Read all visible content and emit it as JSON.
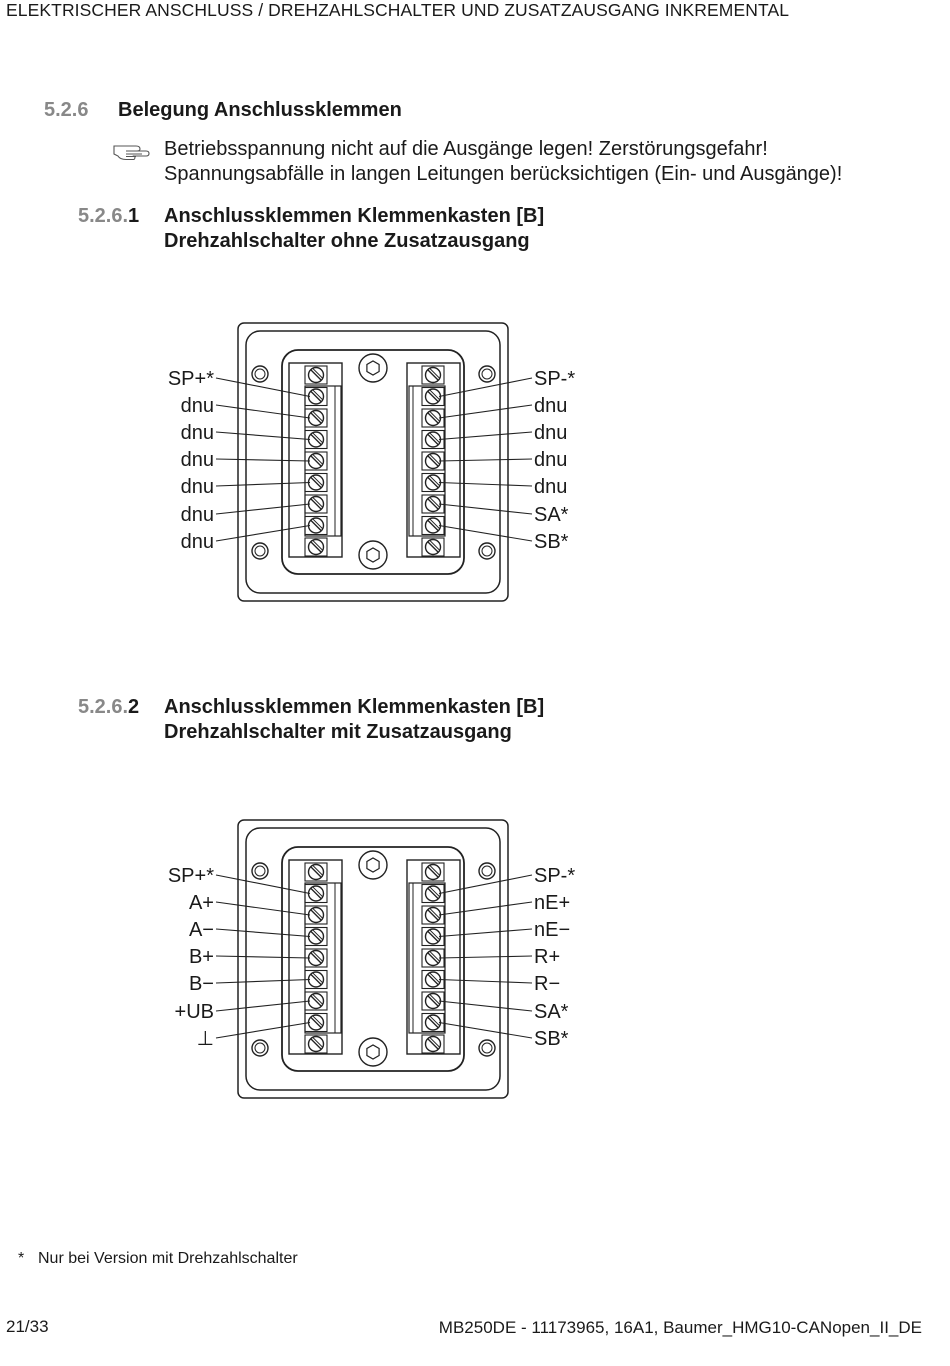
{
  "header": "ELEKTRISCHER ANSCHLUSS / DREHZAHLSCHALTER UND ZUSATZAUSGANG INKREMENTAL",
  "section": {
    "number": "5.2.6",
    "title": "Belegung Anschlussklemmen"
  },
  "note": {
    "icon": "pointing-hand-icon",
    "line1": "Betriebsspannung nicht auf die Ausgänge legen! Zerstörungsgefahr!",
    "line2": "Spannungsabfälle in langen Leitungen berücksichtigen (Ein- und Ausgänge)!"
  },
  "sub1": {
    "number_prefix": "5.2.6.",
    "number_last": "1",
    "title1": "Anschlussklemmen Klemmenkasten [B]",
    "title2": "Drehzahlschalter ohne Zusatzausgang",
    "left_labels": [
      "SP+*",
      "dnu",
      "dnu",
      "dnu",
      "dnu",
      "dnu",
      "dnu"
    ],
    "right_labels": [
      "SP-*",
      "dnu",
      "dnu",
      "dnu",
      "dnu",
      "SA*",
      "SB*"
    ]
  },
  "sub2": {
    "number_prefix": "5.2.6.",
    "number_last": "2",
    "title1": "Anschlussklemmen Klemmenkasten [B]",
    "title2": "Drehzahlschalter mit Zusatzausgang",
    "left_labels": [
      "SP+*",
      "A+",
      "A−",
      "B+",
      "B−",
      "+UB",
      "⊥"
    ],
    "right_labels": [
      "SP-*",
      "nE+",
      "nE−",
      "R+",
      "R−",
      "SA*",
      "SB*"
    ]
  },
  "footnote": {
    "marker": "*",
    "text": "Nur bei Version mit Drehzahlschalter"
  },
  "footer": {
    "page": "21/33",
    "doc": "MB250DE - 11173965, 16A1, Baumer_HMG10-CANopen_II_DE"
  }
}
